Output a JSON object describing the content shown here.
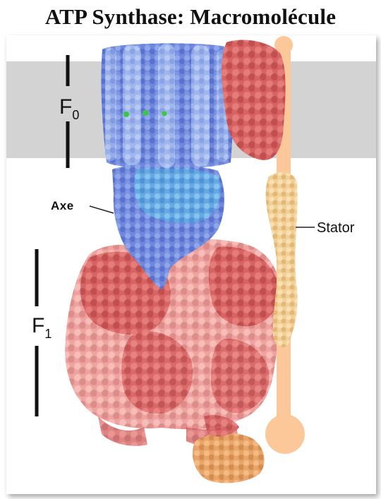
{
  "title": "ATP Synthase: Macromolécule",
  "labels": {
    "f0_main": "F",
    "f0_sub": "0",
    "f1_main": "F",
    "f1_sub": "1",
    "axe": "Axe",
    "stator": "Stator"
  },
  "colors": {
    "membrane": "#d3d3d3",
    "c_ring_light": "#a6bdec",
    "c_ring_dark": "#5f79d6",
    "axle": "#78b8e8",
    "subunit_a": "#e06a6a",
    "f1_light": "#f2a6a2",
    "f1_dark": "#cf5756",
    "stator_rod": "#fcc89a",
    "stator_helix": "#f6d49e",
    "delta": "#eba66a",
    "green_marker": "#39c843"
  },
  "icons": {
    "f0_bracket": "vertical-bracket",
    "f1_bracket": "vertical-bracket"
  }
}
